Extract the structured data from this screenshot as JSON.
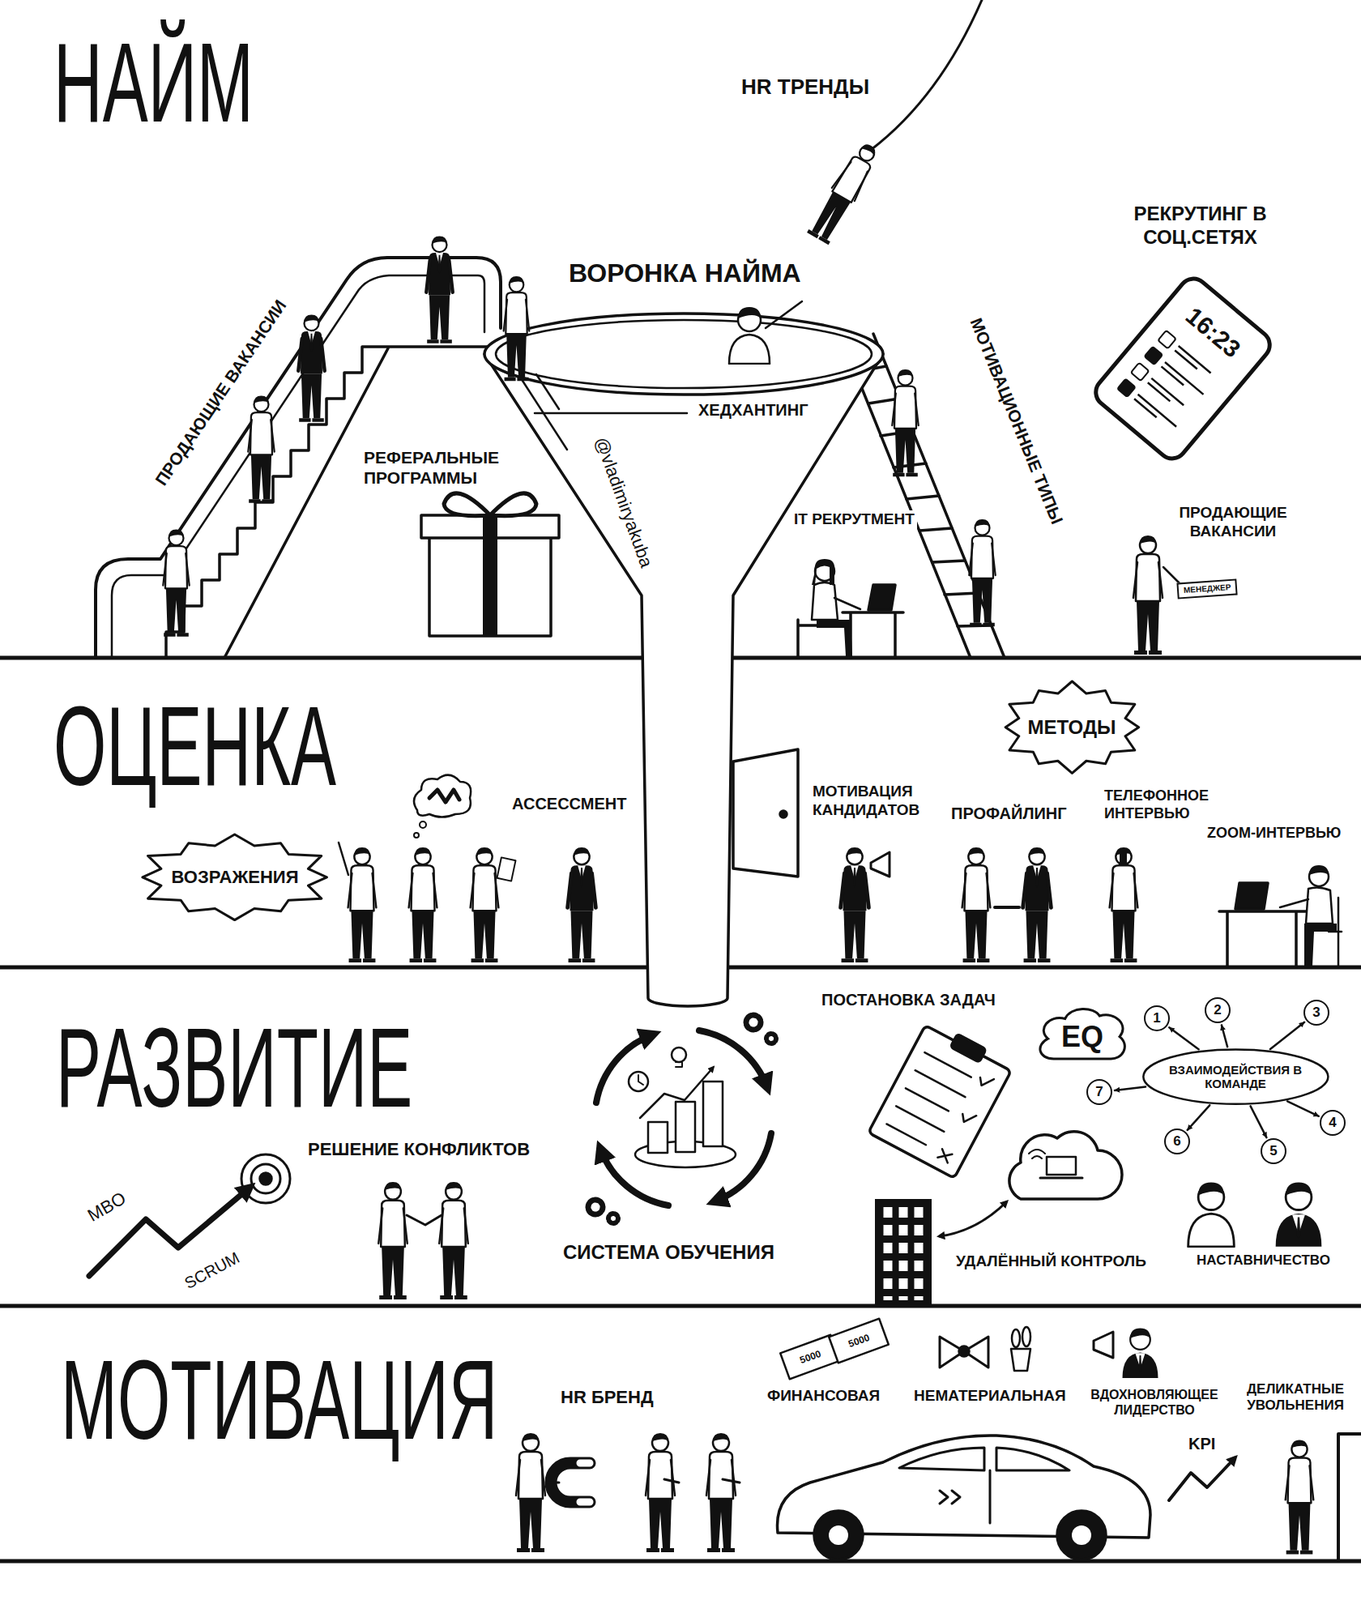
{
  "diagram": {
    "nodes": [
      {
        "text": [
          "НАЙМ"
        ]
      },
      {
        "text": [
          "16:23"
        ],
        "in": 0
      },
      {
        "text": [
          "МЕНЕДЖЕР"
        ],
        "in": 0
      },
      {
        "text": [
          "ОЦЕНКА"
        ]
      },
      {
        "text": [
          "МЕТОДЫ"
        ],
        "in": 3
      },
      {
        "text": [
          "ВОЗРАЖЕНИЯ"
        ],
        "in": 3
      },
      {
        "text": [
          "РАЗВИТИЕ"
        ]
      },
      {
        "text": [
          "EQ"
        ],
        "in": 6
      },
      {
        "text": [
          "ВЗАИМОДЕЙСТВИЯ В КОМАНДЕ"
        ],
        "in": 6
      },
      {
        "text": [
          "1"
        ],
        "in": 6
      },
      {
        "text": [
          "2"
        ],
        "in": 6
      },
      {
        "text": [
          "3"
        ],
        "in": 6
      },
      {
        "text": [
          "4"
        ],
        "in": 6
      },
      {
        "text": [
          "5"
        ],
        "in": 6
      },
      {
        "text": [
          "6"
        ],
        "in": 6
      },
      {
        "text": [
          "7"
        ],
        "in": 6
      },
      {
        "text": [
          "МОТИВАЦИЯ"
        ]
      }
    ],
    "edges": [
      {
        "from": 8,
        "to": 9,
        "arrow": "to"
      },
      {
        "from": 8,
        "to": 10,
        "arrow": "to"
      },
      {
        "from": 8,
        "to": 11,
        "arrow": "to"
      },
      {
        "from": 8,
        "to": 12,
        "arrow": "to"
      },
      {
        "from": 8,
        "to": 13,
        "arrow": "to"
      },
      {
        "from": 8,
        "to": 14,
        "arrow": "to"
      },
      {
        "from": 8,
        "to": 15,
        "arrow": "to"
      }
    ],
    "labels": [
      "HR ТРЕНДЫ",
      "ВОРОНКА НАЙМА",
      "РЕКРУТИНГ В СОЦ.СЕТЯХ",
      "ПРОДАЮЩИЕ ВАКАНСИИ",
      "МОТИВАЦИОННЫЕ ТИПЫ",
      "РЕФЕРАЛЬНЫЕ ПРОГРАММЫ",
      "ХЕДХАНТИНГ",
      "@vladimiryakuba",
      "IT РЕКРУТМЕНТ",
      "ПРОДАЮЩИЕ ВАКАНСИИ",
      "АССЕССМЕНТ",
      "МОТИВАЦИЯ КАНДИДАТОВ",
      "ПРОФАЙЛИНГ",
      "ТЕЛЕФОННОЕ ИНТЕРВЬЮ",
      "ZOOM-ИНТЕРВЬЮ",
      "ПОСТАНОВКА ЗАДАЧ",
      "MBO",
      "SCRUM",
      "РЕШЕНИЕ КОНФЛИКТОВ",
      "СИСТЕМА ОБУЧЕНИЯ",
      "УДАЛЁННЫЙ КОНТРОЛЬ",
      "НАСТАВНИЧЕСТВО",
      "5000",
      "5000",
      "HR БРЕНД",
      "ФИНАНСОВАЯ",
      "НЕМАТЕРИАЛЬНАЯ",
      "ВДОХНОВЛЯЮЩЕЕ ЛИДЕРСТВО",
      "ДЕЛИКАТНЫЕ УВОЛЬНЕНИЯ",
      "KPI"
    ]
  }
}
